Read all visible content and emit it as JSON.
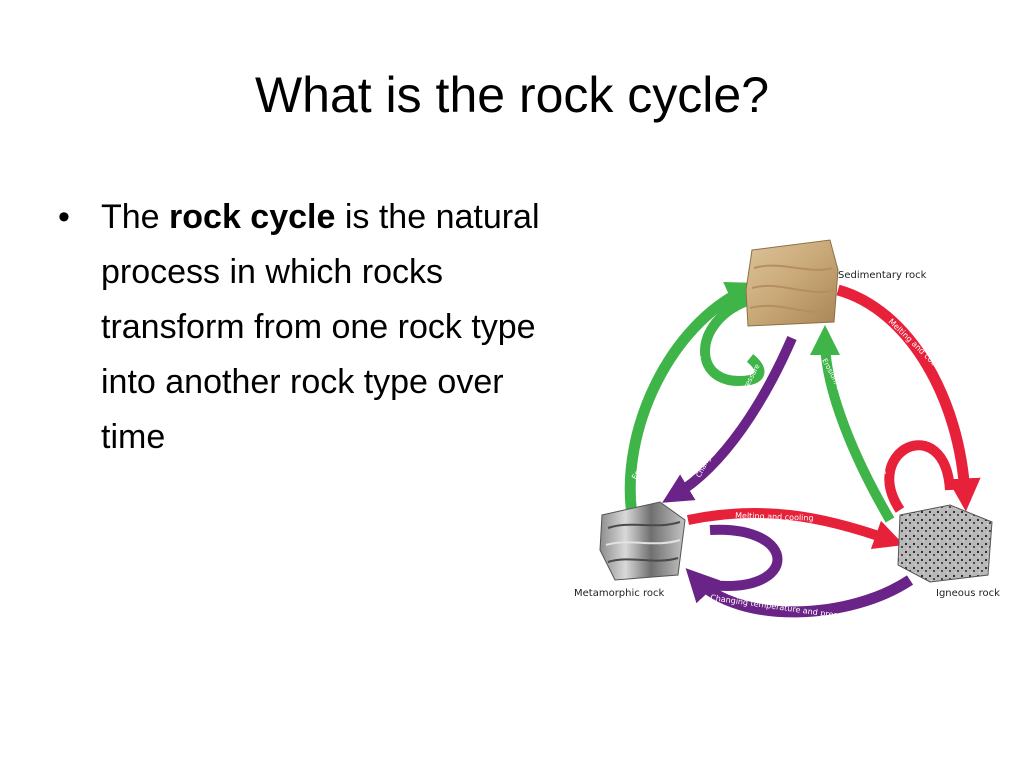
{
  "slide": {
    "title": "What is the rock cycle?",
    "bullet": {
      "symbol": "•",
      "pre": "The ",
      "bold": "rock cycle",
      "post": " is the natural process in which rocks transform from one rock type into another rock type over time"
    }
  },
  "diagram": {
    "nodes": {
      "sedimentary": "Sedimentary rock",
      "metamorphic": "Metamorphic rock",
      "igneous": "Igneous rock"
    },
    "processes": {
      "erosion": "Erosion, deposition, and cementation",
      "melting": "Melting and cooling",
      "changing": "Changing temperature and pressure"
    },
    "colors": {
      "green": "#3fb549",
      "red": "#e8213a",
      "purple": "#6a2386"
    }
  }
}
